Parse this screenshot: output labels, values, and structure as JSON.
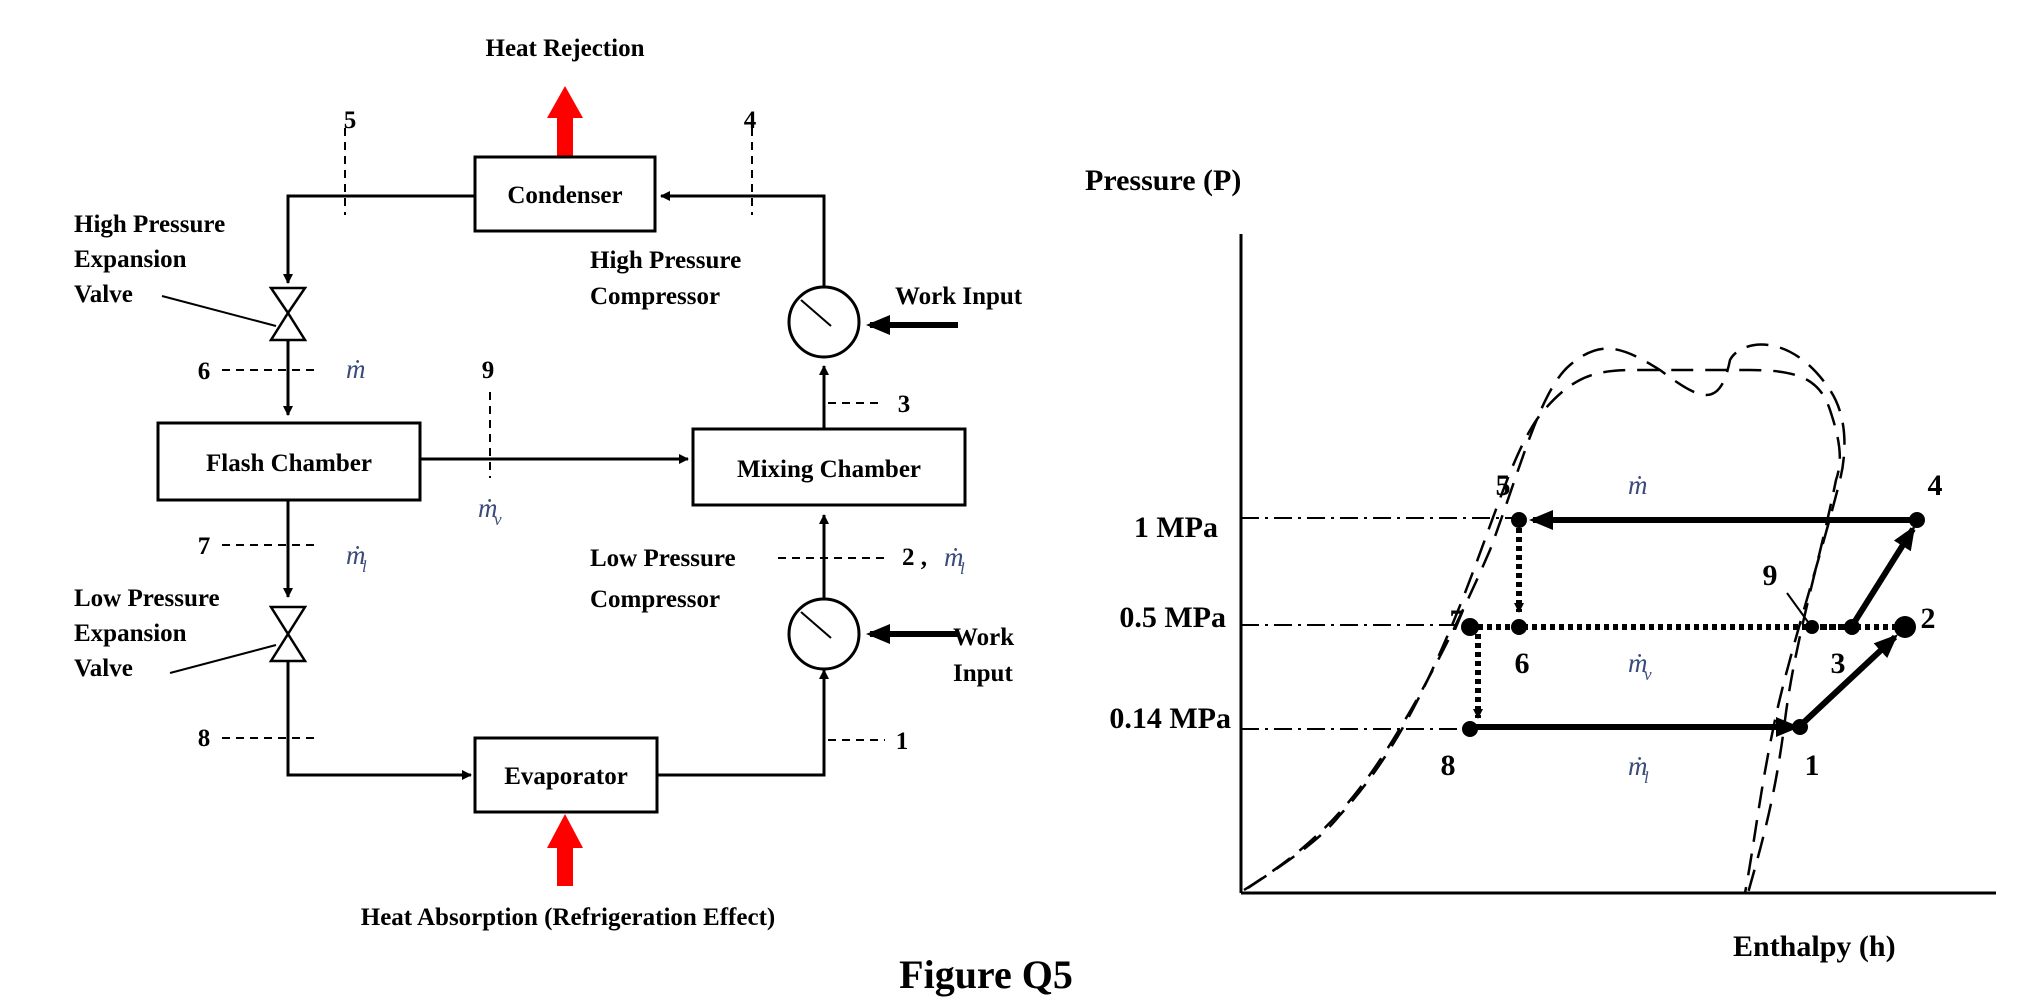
{
  "schematic": {
    "heat_rejection": "Heat Rejection",
    "heat_absorption": "Heat Absorption (Refrigeration Effect)",
    "condenser": "Condenser",
    "evaporator": "Evaporator",
    "flash_chamber": "Flash Chamber",
    "mixing_chamber": "Mixing Chamber",
    "hp_valve": [
      "High Pressure",
      "Expansion",
      "Valve"
    ],
    "lp_valve": [
      "Low Pressure",
      "Expansion",
      "Valve"
    ],
    "hp_compressor": [
      "High Pressure",
      "Compressor"
    ],
    "lp_compressor": [
      "Low Pressure",
      "Compressor"
    ],
    "work_input_hp": "Work Input",
    "work_input_lp": [
      "Work",
      "Input"
    ],
    "states": {
      "s1": "1",
      "s2": "2 ,",
      "s3": "3",
      "s4": "4",
      "s5": "5",
      "s6": "6",
      "s7": "7",
      "s8": "8",
      "s9": "9"
    },
    "flows": {
      "m": "ṁ",
      "mv": "ṁ",
      "mv_sub": "v",
      "ml": "ṁ",
      "ml_sub": "l"
    }
  },
  "ph_diagram": {
    "y_axis_label": "Pressure (P)",
    "x_axis_label": "Enthalpy (h)",
    "pressure_levels": [
      "1 MPa",
      "0.5 MPa",
      "0.14 MPa"
    ],
    "points": {
      "p1": "1",
      "p2": "2",
      "p3": "3",
      "p4": "4",
      "p5": "5",
      "p6": "6",
      "p7": "7",
      "p8": "8",
      "p9": "9"
    },
    "flows": {
      "m": "ṁ",
      "mv": "ṁ",
      "mv_sub": "v",
      "ml": "ṁ",
      "ml_sub": "l"
    }
  },
  "caption": "Figure Q5",
  "colors": {
    "heat_arrow": "#ff0000",
    "flow_label": "#3a4a7a"
  }
}
